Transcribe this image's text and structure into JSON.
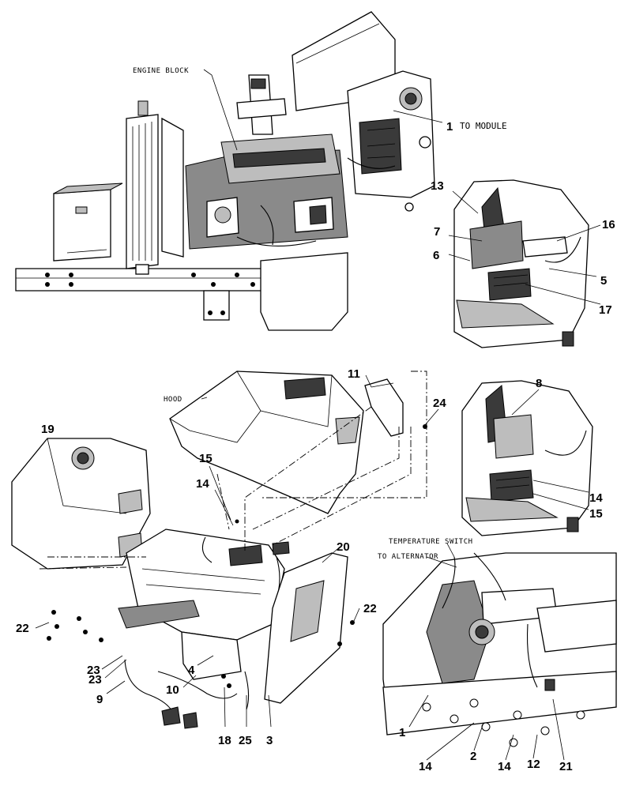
{
  "text_labels": {
    "engine_block": "ENGINE BLOCK",
    "to_module": "TO MODULE",
    "hood": "HOOD",
    "temperature_switch": "TEMPERATURE SWITCH",
    "to_alternator": "TO ALTERNATOR"
  },
  "callouts": {
    "c1_top": "1",
    "c13": "13",
    "c7": "7",
    "c6": "6",
    "c16": "16",
    "c5": "5",
    "c17": "17",
    "c11": "11",
    "c8": "8",
    "c24": "24",
    "c19": "19",
    "c15a": "15",
    "c14a": "14",
    "c14b": "14",
    "c15b": "15",
    "c20": "20",
    "c22a": "22",
    "c22b": "22",
    "c23a": "23",
    "c23b": "23",
    "c4": "4",
    "c10": "10",
    "c9": "9",
    "c18": "18",
    "c25": "25",
    "c3": "3",
    "c1_bottom": "1",
    "c14c": "14",
    "c2": "2",
    "c14d": "14",
    "c12": "12",
    "c21": "21"
  }
}
